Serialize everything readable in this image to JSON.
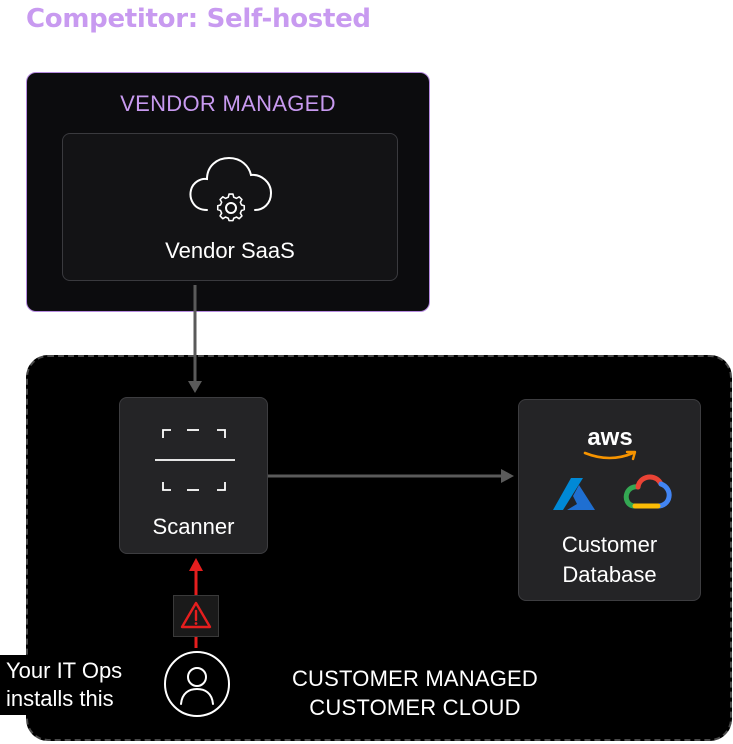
{
  "title": "Competitor: Self-hosted",
  "vendor_zone": {
    "label": "VENDOR MANAGED",
    "saas": {
      "label": "Vendor SaaS",
      "icon": "cloud-gear-icon"
    }
  },
  "customer_zone": {
    "label_line1": "CUSTOMER MANAGED",
    "label_line2": "CUSTOMER CLOUD",
    "scanner": {
      "label": "Scanner",
      "icon": "scanner-icon"
    },
    "database": {
      "label_line1": "Customer",
      "label_line2": "Database",
      "aws_text": "aws",
      "icons": [
        "aws-logo-icon",
        "azure-logo-icon",
        "gcp-logo-icon"
      ]
    }
  },
  "it_ops": {
    "label_line1": "Your IT Ops",
    "label_line2": "installs this",
    "icon": "user-icon",
    "warning_icon": "warning-icon"
  },
  "colors": {
    "accent": "#c89af0",
    "warning": "#e61e1e",
    "connector": "#5a5a5a"
  }
}
